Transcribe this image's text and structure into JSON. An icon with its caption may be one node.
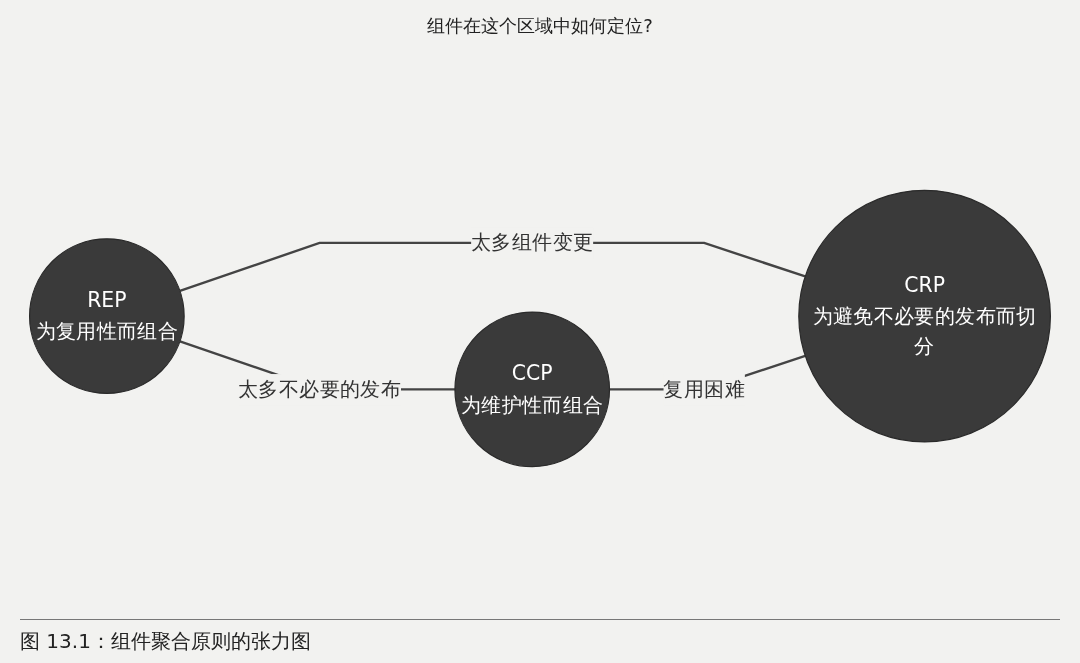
{
  "diagram": {
    "caption": "图 13.1：组件聚合原则的张力图",
    "nodes": [
      {
        "text": [
          "REP",
          "为复用性而组合"
        ]
      },
      {
        "text": [
          "CCP",
          "为维护性而组合"
        ]
      },
      {
        "text": [
          "CRP",
          "为避免不必要的发布而切分"
        ]
      }
    ],
    "edges": [
      {
        "from": 0,
        "to": 1,
        "arrow": "none",
        "label": "太多不必要的发布"
      },
      {
        "from": 0,
        "to": 2,
        "arrow": "none",
        "label": "太多组件变更"
      },
      {
        "from": 1,
        "to": 2,
        "arrow": "none",
        "label": "复用困难"
      }
    ],
    "labels": [
      "组件在这个区域中如何定位?"
    ]
  }
}
